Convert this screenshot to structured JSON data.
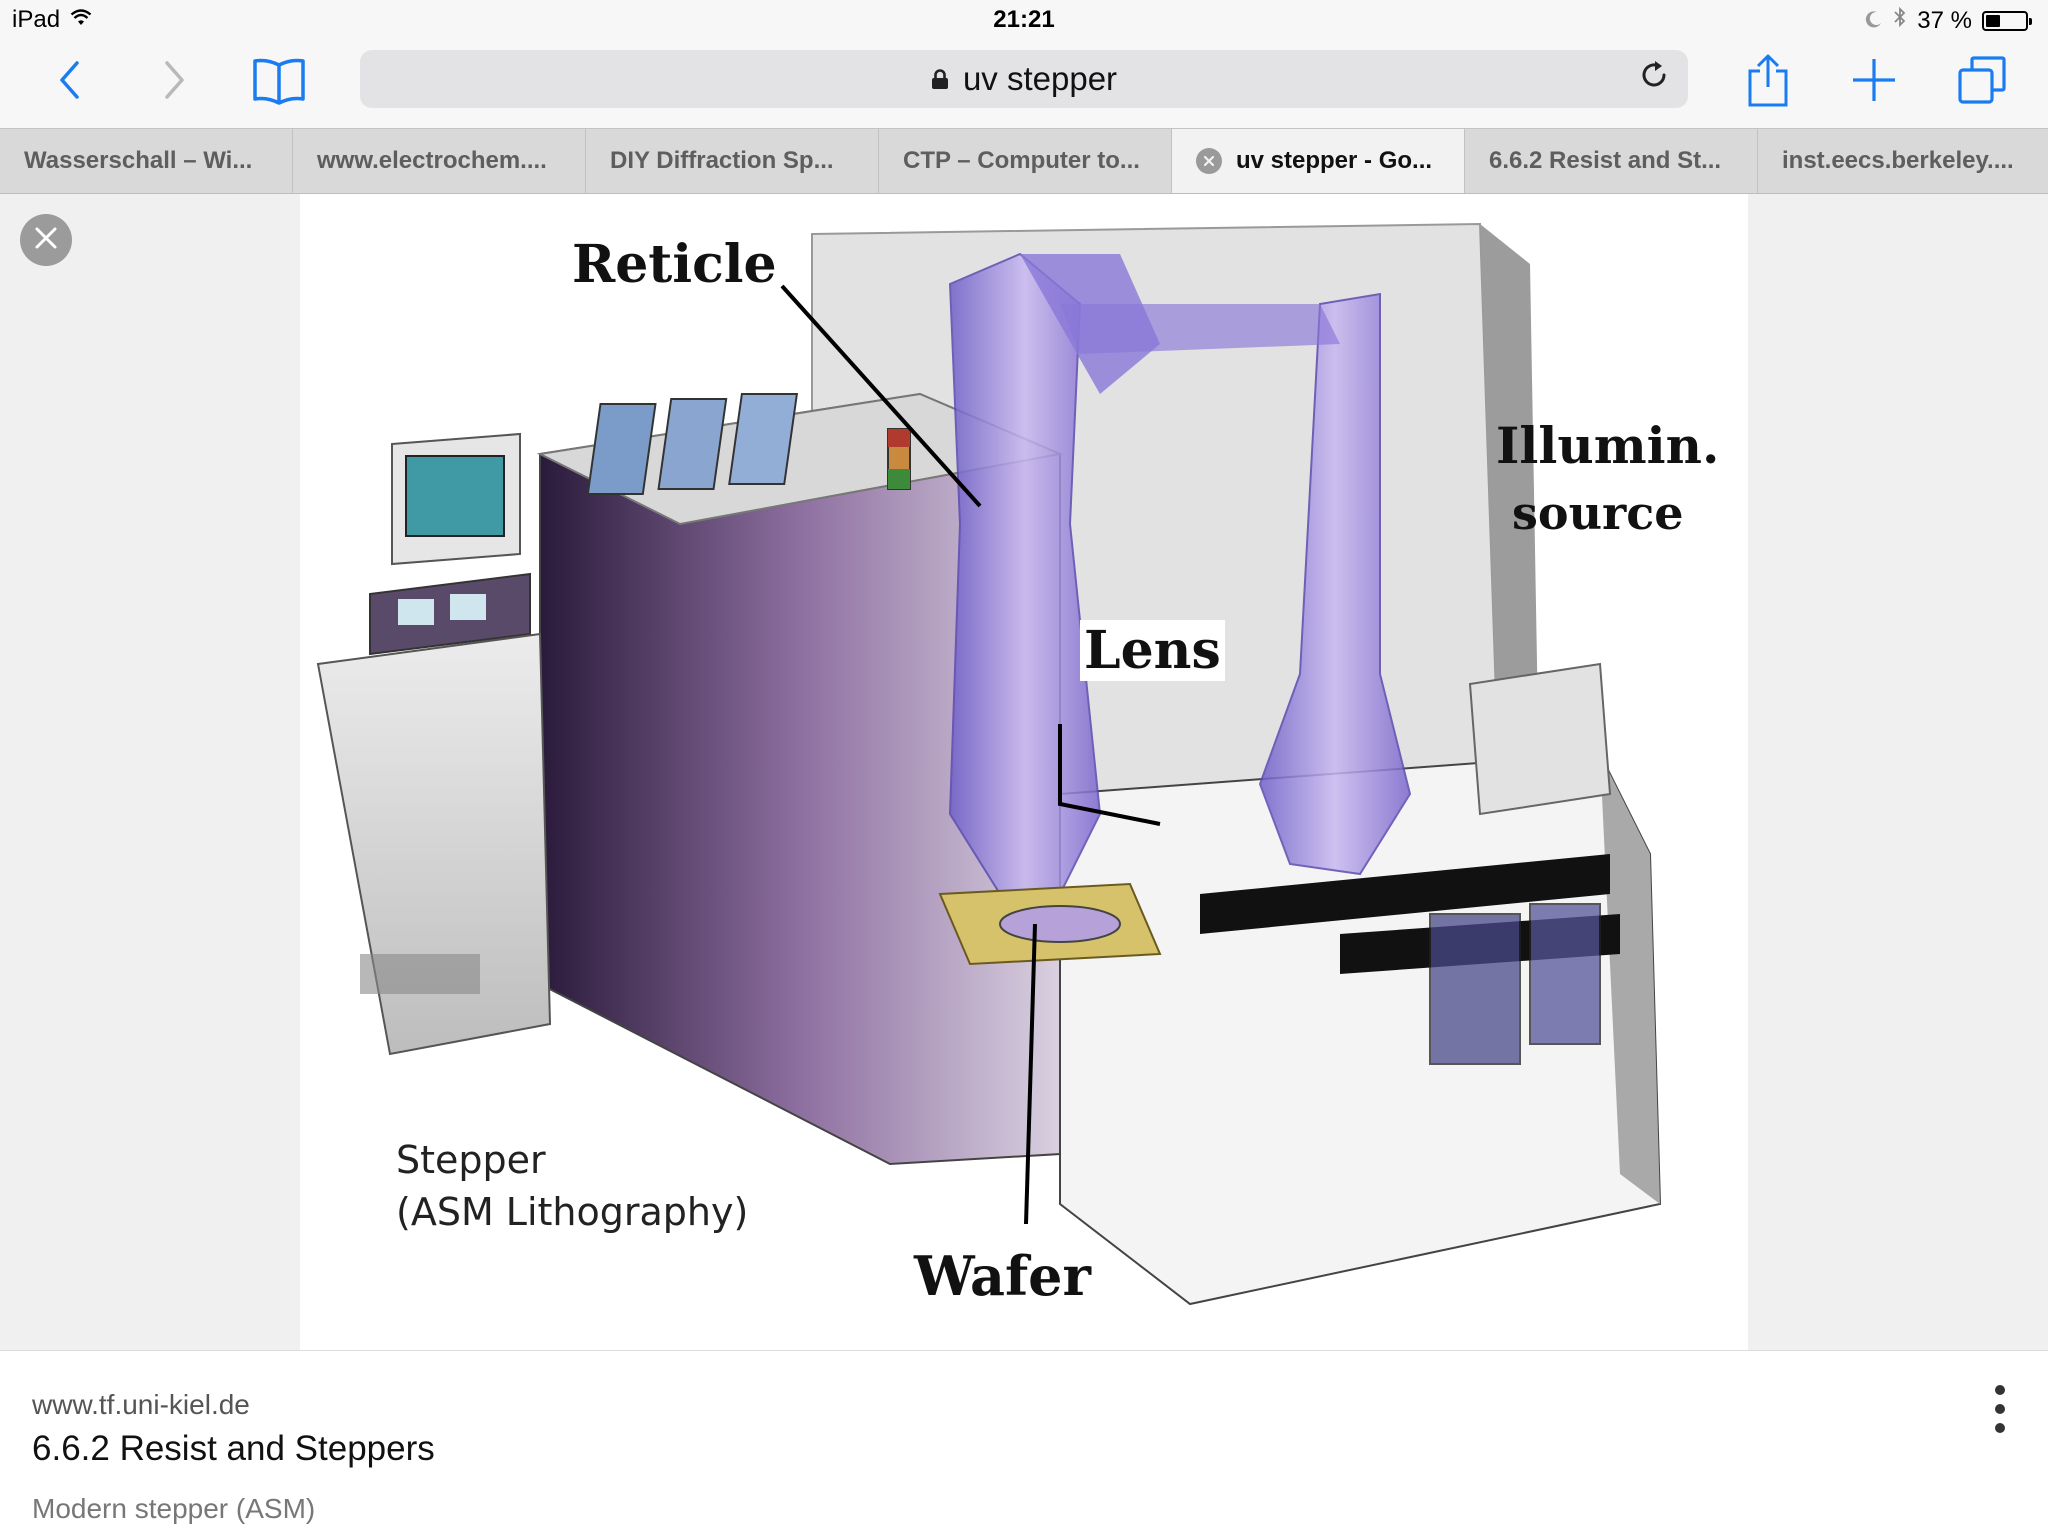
{
  "status_bar": {
    "device": "iPad",
    "time": "21:21",
    "battery": "37 %",
    "icons": [
      "wifi-icon",
      "moon-icon",
      "bluetooth-icon",
      "battery-icon"
    ]
  },
  "toolbar": {
    "address": "uv stepper",
    "icons": [
      "back-icon",
      "forward-icon",
      "bookmarks-icon",
      "lock-icon",
      "reload-icon",
      "share-icon",
      "new-tab-icon",
      "tabs-icon"
    ],
    "accent_color": "#1a7cf0"
  },
  "tabs": [
    {
      "label": "Wasserschall – Wi..."
    },
    {
      "label": "www.electrochem...."
    },
    {
      "label": "DIY Diffraction Sp..."
    },
    {
      "label": "CTP – Computer to..."
    },
    {
      "label": "uv stepper - Go...",
      "active": true
    },
    {
      "label": "6.6.2 Resist and St..."
    },
    {
      "label": "inst.eecs.berkeley...."
    }
  ],
  "image": {
    "labels": {
      "reticle": "Reticle",
      "illumin": "Illumin.",
      "source": "source",
      "lens": "Lens",
      "wafer": "Wafer"
    },
    "caption_line1": "Stepper",
    "caption_line2": "(ASM Lithography)"
  },
  "result": {
    "domain": "www.tf.uni-kiel.de",
    "title": "6.6.2 Resist and Steppers",
    "description": "Modern stepper (ASM)"
  }
}
